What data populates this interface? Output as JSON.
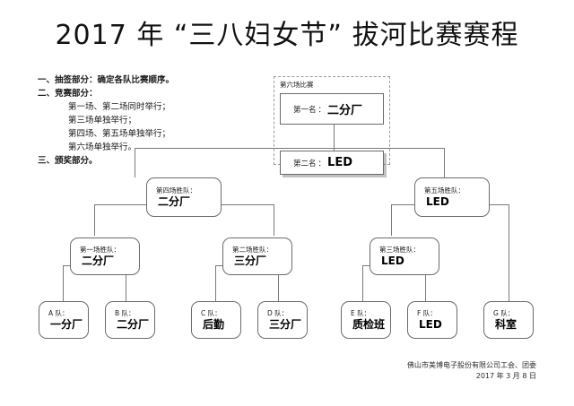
{
  "title": "2017 年 “三八妇女节” 拔河比赛赛程",
  "notes": [
    {
      "text": "一、抽签部分：确定各队比赛顺序。",
      "style": "head"
    },
    {
      "text": "二、竞赛部分：",
      "style": "head"
    },
    {
      "text": "第一场、第二场同时举行；",
      "style": "sub"
    },
    {
      "text": "第三场单独举行；",
      "style": "sub"
    },
    {
      "text": "第四场、第五场单独举行；",
      "style": "sub"
    },
    {
      "text": "第六场单独举行。",
      "style": "sub"
    },
    {
      "text": "三、颁奖部分。",
      "style": "head"
    }
  ],
  "final_group": {
    "label": "第六场比赛",
    "first_place": {
      "label": "第一名",
      "separator": "：",
      "value": "二分厂"
    },
    "second_place": {
      "label": "第二名",
      "separator": "：",
      "value": "LED"
    }
  },
  "semifinals": [
    {
      "caption": "第四场胜队：",
      "value": "二分厂"
    },
    {
      "caption": "第五场胜队：",
      "value": "LED"
    }
  ],
  "quarterfinals": [
    {
      "caption": "第一场胜队：",
      "value": "二分厂"
    },
    {
      "caption": "第二场胜队：",
      "value": "三分厂"
    },
    {
      "caption": "第三场胜队：",
      "value": "LED"
    }
  ],
  "teams": [
    {
      "caption": "A 队：",
      "value": "一分厂"
    },
    {
      "caption": "B 队：",
      "value": "二分厂"
    },
    {
      "caption": "C 队：",
      "value": "后勤"
    },
    {
      "caption": "D 队：",
      "value": "三分厂"
    },
    {
      "caption": "E 队：",
      "value": "质检班"
    },
    {
      "caption": "F 队：",
      "value": "LED"
    },
    {
      "caption": "G 队：",
      "value": "科室"
    }
  ],
  "footer": {
    "organization": "佛山市美博电子股份有限公司工会、团委",
    "date": "2017 年 3 月 8 日"
  },
  "colors": {
    "page_background": "#ffffff",
    "text": "#111111",
    "box_border": "#6b6b6b",
    "connector": "#7a7a7a",
    "group_border": "#9a9a9a"
  }
}
